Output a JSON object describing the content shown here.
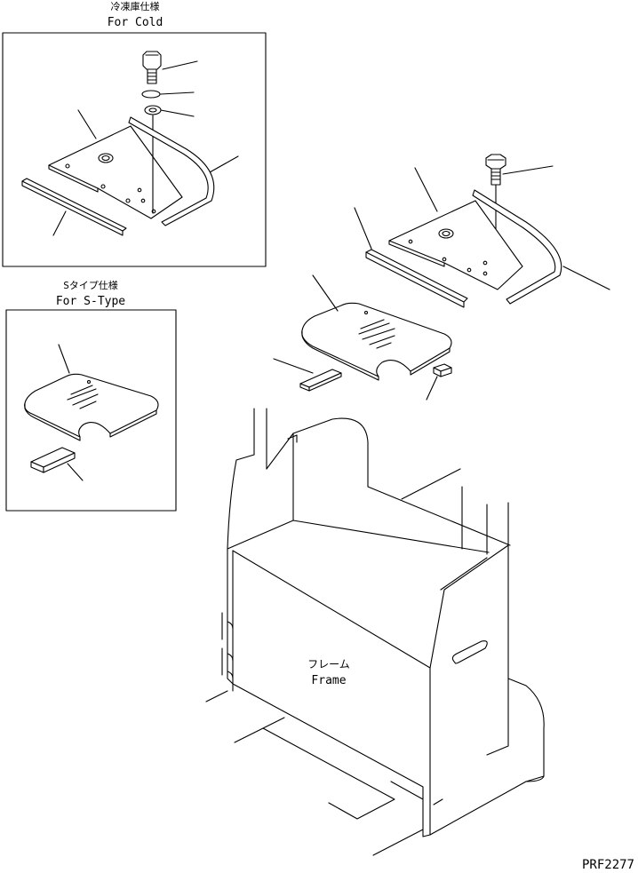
{
  "labels": {
    "cold_jp": "冷凍庫仕様",
    "cold_en": "For Cold",
    "stype_jp": "Sタイプ仕様",
    "stype_en": "For S-Type",
    "frame_jp": "フレーム",
    "frame_en": "Frame",
    "drawing_no": "PRF2277"
  }
}
